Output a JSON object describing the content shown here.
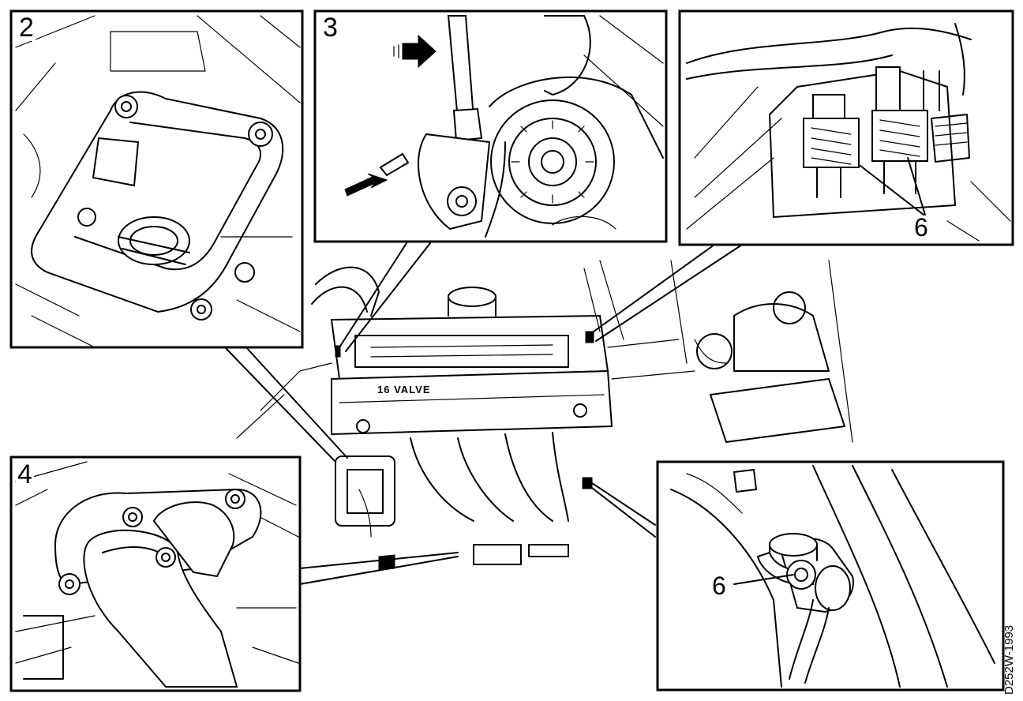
{
  "panels": {
    "p2": {
      "label": "2"
    },
    "p3": {
      "label": "3"
    },
    "p4": {
      "label": "4"
    }
  },
  "callouts": {
    "top_right": "6",
    "bottom_right": "6"
  },
  "engine": {
    "badge": "16 VALVE"
  },
  "figure_ref": "D252W-1993"
}
